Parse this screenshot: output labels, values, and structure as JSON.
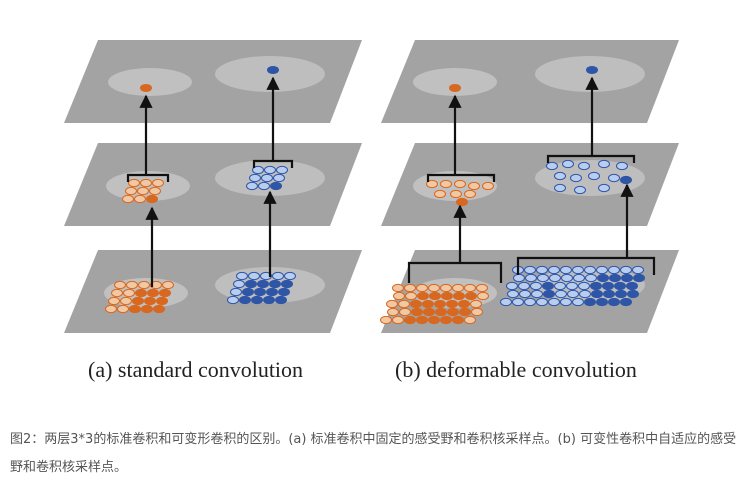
{
  "panels": {
    "a": {
      "label": "(a) standard convolution"
    },
    "b": {
      "label": "(b) deformable convolution"
    }
  },
  "caption": "图2：两层3*3的标准卷积和可变形卷积的区别。(a) 标准卷积中固定的感受野和卷积核采样点。(b) 可变性卷积中自适应的感受野和卷积核采样点。",
  "colors": {
    "layer_fill": "#9a9a9a",
    "orange": "#d8681f",
    "blue": "#2f56a6",
    "orange_light": "#f1c8a4",
    "blue_light": "#b9cdee",
    "arrow": "#111111"
  }
}
